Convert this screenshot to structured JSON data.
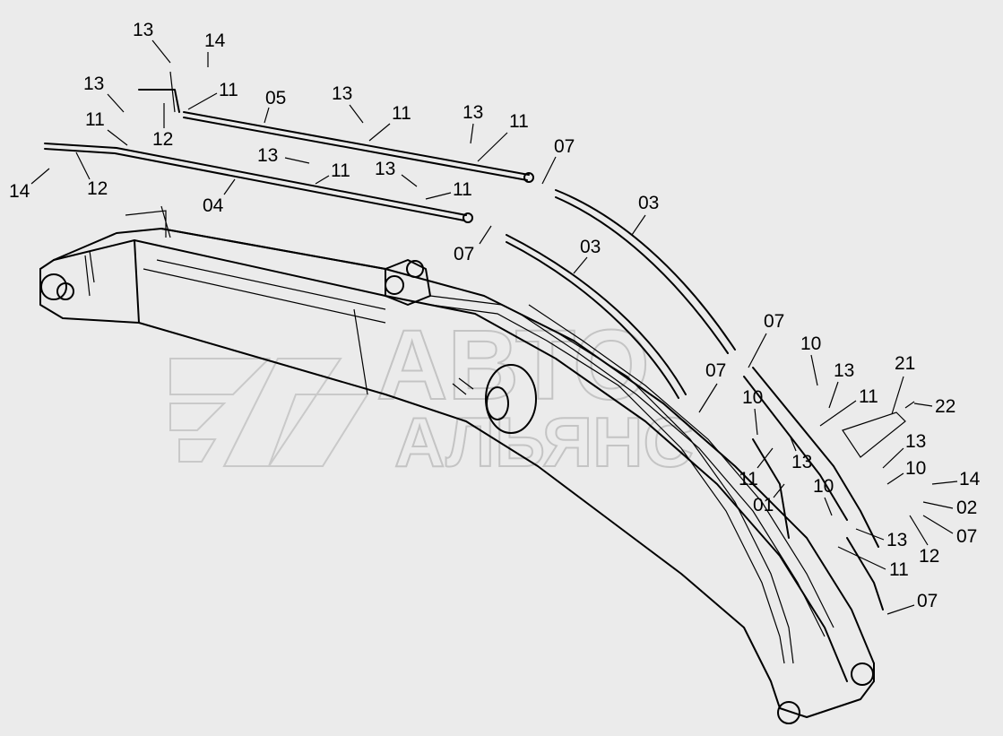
{
  "watermark": {
    "line1": "АВТО",
    "line2": "АЛЬЯНС"
  },
  "labels": {
    "l13a": "13",
    "l14a": "14",
    "l11a": "11",
    "l05": "05",
    "l12a": "12",
    "l13b": "13",
    "l11b": "11",
    "l13c": "13",
    "l11c": "11",
    "l07a": "07",
    "l13d": "13",
    "l11d": "11",
    "l14b": "14",
    "l12b": "12",
    "l13e": "13",
    "l11e": "11",
    "l04": "04",
    "l13f": "13",
    "l11f": "11",
    "l03a": "03",
    "l07b": "07",
    "l03b": "03",
    "l07c": "07",
    "l10a": "10",
    "l07d": "07",
    "l13g": "13",
    "l11g": "11",
    "l21": "21",
    "l22": "22",
    "l10b": "10",
    "l11h": "11",
    "l13h": "13",
    "l01": "01",
    "l13i": "13",
    "l10c": "10",
    "l14c": "14",
    "l10d": "10",
    "l02": "02",
    "l07e": "07",
    "l13j": "13",
    "l12c": "12",
    "l11i": "11",
    "l07f": "07"
  }
}
